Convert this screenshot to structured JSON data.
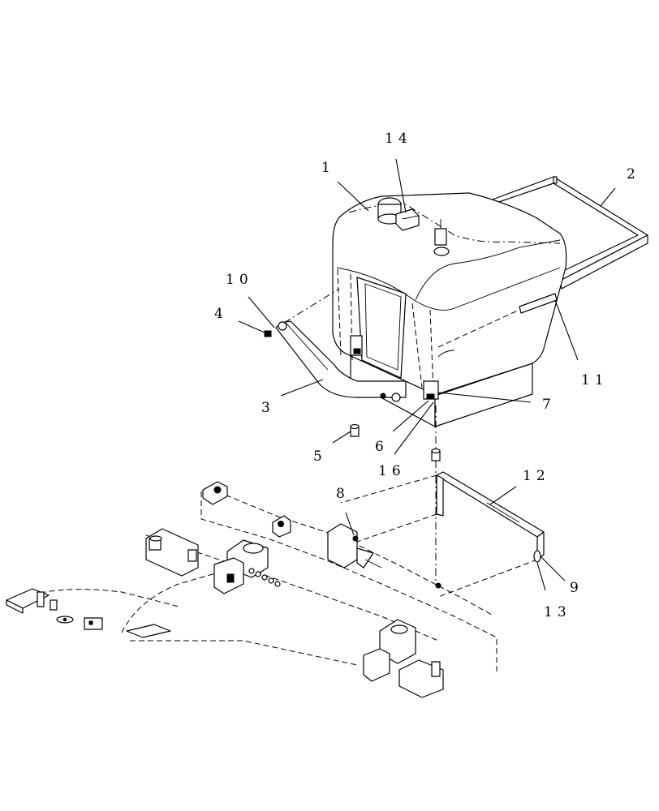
{
  "diagram": {
    "callouts": [
      {
        "id": "c1",
        "label": "1"
      },
      {
        "id": "c2",
        "label": "2"
      },
      {
        "id": "c3",
        "label": "3"
      },
      {
        "id": "c4",
        "label": "4"
      },
      {
        "id": "c5",
        "label": "5"
      },
      {
        "id": "c6",
        "label": "6"
      },
      {
        "id": "c7",
        "label": "7"
      },
      {
        "id": "c8",
        "label": "8"
      },
      {
        "id": "c9",
        "label": "9"
      },
      {
        "id": "c10",
        "label": "10"
      },
      {
        "id": "c11",
        "label": "11"
      },
      {
        "id": "c12",
        "label": "12"
      },
      {
        "id": "c13",
        "label": "13"
      },
      {
        "id": "c14",
        "label": "14"
      },
      {
        "id": "c16",
        "label": "16"
      }
    ]
  }
}
